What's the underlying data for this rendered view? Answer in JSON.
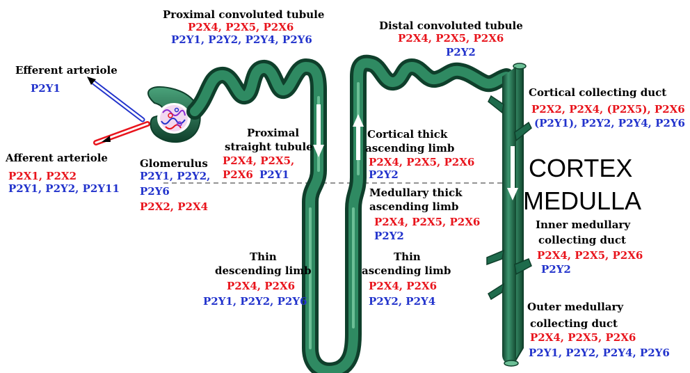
{
  "colors": {
    "tubule": "#1e6b4c",
    "tubule_dark": "#0f3f2b",
    "tubule_light": "#5fb08a",
    "red_text": "#e8141c",
    "blue_text": "#2233cc"
  },
  "regions": {
    "cortex": "CORTEX",
    "medulla": "MEDULLA"
  },
  "labels": {
    "pct": {
      "title": "Proximal convoluted tubule",
      "l1": "P2X4, P2X5, P2X6",
      "l2": "P2Y1, P2Y2, P2Y4, P2Y6"
    },
    "dct": {
      "title": "Distal convoluted tubule",
      "l1": "P2X4, P2X5, P2X6",
      "l2": "P2Y2"
    },
    "efferent": {
      "title": "Efferent arteriole",
      "l1": "P2Y1"
    },
    "afferent": {
      "title": "Afferent arteriole",
      "l1": "P2X1, P2X2",
      "l2": "P2Y1, P2Y2, P2Y11"
    },
    "glomerulus": {
      "title": "Glomerulus",
      "l1": "P2Y1, P2Y2,",
      "l2": "P2Y6",
      "l3": "P2X2, P2X4"
    },
    "pst": {
      "title1": "Proximal",
      "title2": "straight tubule",
      "l1": "P2X4, P2X5,",
      "l2a": "P2X6",
      "l2b": "P2Y1"
    },
    "ctal": {
      "title1": "Cortical thick",
      "title2": "ascending limb",
      "l1": "P2X4, P2X5, P2X6",
      "l2": "P2Y2"
    },
    "mtal": {
      "title1": "Medullary thick",
      "title2": "ascending limb",
      "l1": "P2X4, P2X5, P2X6",
      "l2": "P2Y2"
    },
    "tdl": {
      "title1": "Thin",
      "title2": "descending limb",
      "l1": "P2X4, P2X6",
      "l2": "P2Y1, P2Y2, P2Y6"
    },
    "tal": {
      "title1": "Thin",
      "title2": "ascending limb",
      "l1": "P2X4, P2X6",
      "l2": "P2Y2, P2Y4"
    },
    "ccd": {
      "title": "Cortical collecting duct",
      "l1": "P2X2, P2X4, (P2X5), P2X6",
      "l2": "(P2Y1), P2Y2, P2Y4, P2Y6"
    },
    "imcd": {
      "title1": "Inner medullary",
      "title2": "collecting duct",
      "l1": "P2X4, P2X5, P2X6",
      "l2": "P2Y2"
    },
    "omcd": {
      "title1": "Outer medullary",
      "title2": "collecting duct",
      "l1": "P2X4, P2X5, P2X6",
      "l2": "P2Y1, P2Y2, P2Y4, P2Y6"
    }
  }
}
